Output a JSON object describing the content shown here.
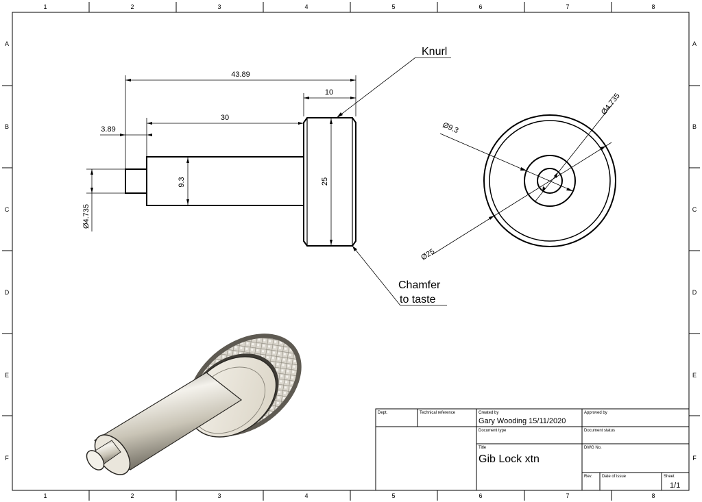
{
  "sheet": {
    "column_labels": [
      "1",
      "2",
      "3",
      "4",
      "5",
      "6",
      "7",
      "8"
    ],
    "row_labels": [
      "A",
      "B",
      "C",
      "D",
      "E",
      "F"
    ]
  },
  "side_view": {
    "dims": {
      "overall_length": "43.89",
      "knob_width": "10",
      "shaft_length": "30",
      "spigot_length": "3.89",
      "shaft_dia": "9.3",
      "knob_dia": "25",
      "spigot_dia": "Ø4.735"
    },
    "callouts": {
      "knurl": "Knurl",
      "chamfer_line1": "Chamfer",
      "chamfer_line2": "to taste"
    }
  },
  "end_view": {
    "dims": {
      "shaft_dia": "Ø9.3",
      "spigot_dia": "Ø4.735",
      "knob_dia": "Ø25"
    }
  },
  "title_block": {
    "dept_label": "Dept.",
    "tech_ref_label": "Technical reference",
    "created_by_label": "Created by",
    "created_by_value": "Gary Wooding  15/11/2020",
    "approved_by_label": "Approved by",
    "doc_type_label": "Document type",
    "doc_status_label": "Document status",
    "title_label": "Title",
    "title_value": "Gib Lock xtn",
    "dwg_no_label": "DWG No.",
    "rev_label": "Rev.",
    "date_issue_label": "Date of issue",
    "sheet_label": "Sheet",
    "sheet_value": "1/1"
  },
  "colors": {
    "line": "#000000",
    "metal_light": "#f2efe8",
    "metal_mid": "#c9c4b6",
    "metal_dark": "#6d695f"
  }
}
